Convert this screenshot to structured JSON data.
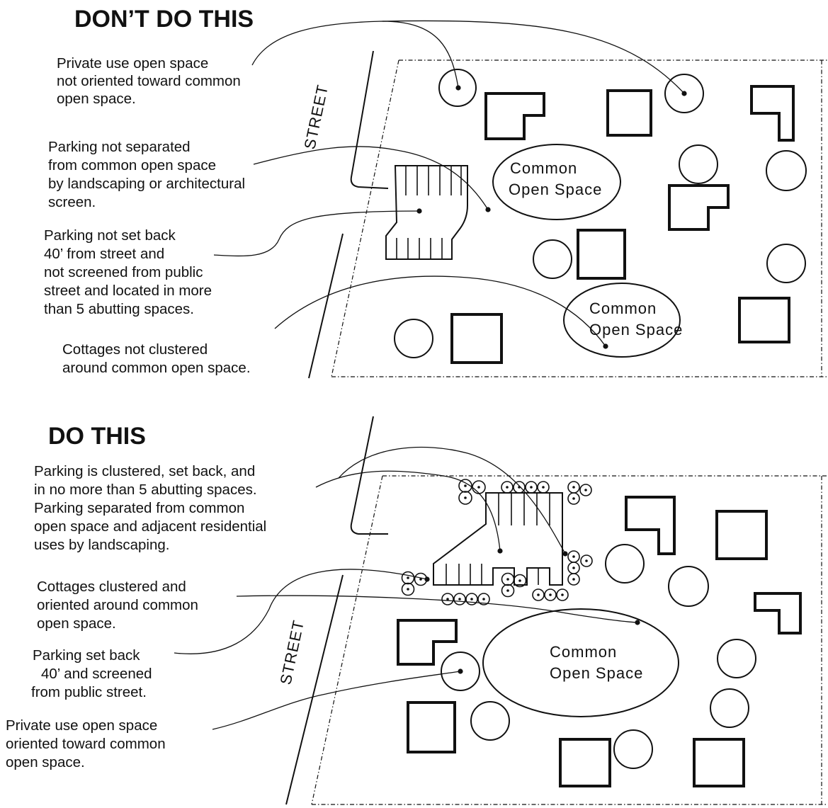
{
  "dont": {
    "heading": "DON’T DO THIS",
    "street_label": "STREET",
    "callouts": [
      [
        "Private use open space",
        "not oriented toward common",
        "open space."
      ],
      [
        "Parking not separated",
        "from common open space",
        "by landscaping or architectural",
        "screen."
      ],
      [
        "Parking not set back",
        "40’ from street and",
        "not screened from public",
        "street and located in more",
        "than 5 abutting spaces."
      ],
      [
        "Cottages not clustered",
        "around common open space."
      ]
    ],
    "open_spaces": [
      [
        "Common",
        "Open Space"
      ],
      [
        "Common",
        "Open Space"
      ]
    ]
  },
  "do": {
    "heading": "DO THIS",
    "street_label": "STREET",
    "callouts": [
      [
        "Parking is clustered, set back, and",
        "in no more than 5 abutting spaces.",
        "Parking separated from common",
        "open space and adjacent residential",
        "uses by landscaping."
      ],
      [
        "Cottages clustered and",
        "oriented around common",
        "open space."
      ],
      [
        "Parking set back",
        "40’ and screened",
        "from public street."
      ],
      [
        "Private use open space",
        "oriented toward common",
        "open space."
      ]
    ],
    "open_spaces": [
      [
        "Common",
        "Open Space"
      ]
    ]
  }
}
